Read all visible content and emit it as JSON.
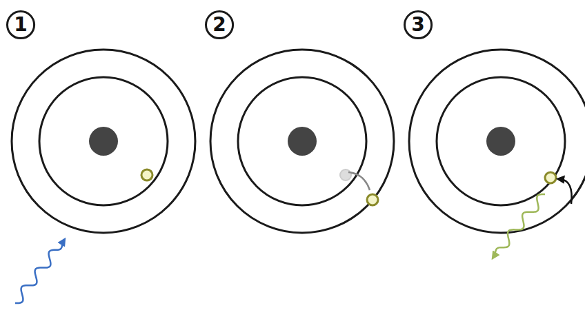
{
  "diagram": {
    "nodes": [
      {
        "text": [
          "1"
        ]
      },
      {
        "text": [
          "2"
        ]
      },
      {
        "text": [
          "3"
        ]
      }
    ]
  }
}
